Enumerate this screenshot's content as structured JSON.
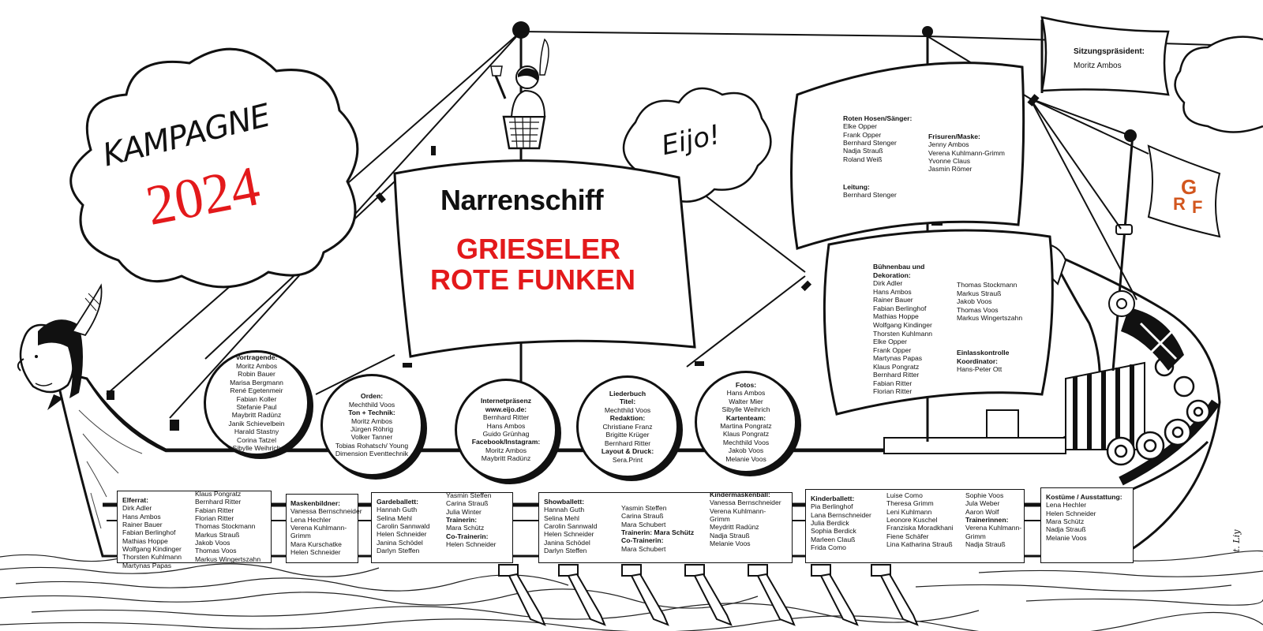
{
  "campaign": {
    "word": "KAMPAGNE",
    "year": "2024"
  },
  "eijo": "Eijo!",
  "main_sail": {
    "title": "Narrenschiff",
    "line1": "GRIESELER",
    "line2": "ROTE FUNKEN"
  },
  "pennant": {
    "heading": "Sitzungspräsident:",
    "name": "Moritz Ambos"
  },
  "flag": {
    "letters": [
      "G",
      "R",
      "F"
    ]
  },
  "colors": {
    "red": "#e3191b",
    "ink": "#111111",
    "flag_orange": "#d2561e"
  },
  "upper_sail": {
    "left": [
      "Roten Hosen/Sänger:",
      "Elke Opper",
      "Frank Opper",
      "Bernhard Stenger",
      "Nadja Strauß",
      "Roland Weiß"
    ],
    "left_lead": [
      "Leitung:",
      "Bernhard Stenger"
    ],
    "right": [
      "Frisuren/Maske:",
      "Jenny Ambos",
      "Verena Kuhlmann-Grimm",
      "Yvonne Claus",
      "Jasmin Römer"
    ]
  },
  "lower_sail": {
    "left": [
      "Bühnenbau und",
      "Dekoration:",
      "Dirk Adler",
      "Hans Ambos",
      "Rainer Bauer",
      "Fabian Berlinghof",
      "Mathias Hoppe",
      "Wolfgang Kindinger",
      "Thorsten Kuhlmann",
      "Elke Opper",
      "Frank Opper",
      "Martynas Papas",
      "Klaus Pongratz",
      "Bernhard Ritter",
      "Fabian Ritter",
      "Florian Ritter"
    ],
    "right": [
      "Thomas Stockmann",
      "Markus Strauß",
      "Jakob Voos",
      "Thomas Voos",
      "Markus Wingertszahn"
    ],
    "right2": [
      "Einlasskontrolle",
      "Koordinator:",
      "Hans-Peter Ott"
    ]
  },
  "circles": [
    {
      "lines": [
        "Vortragende:",
        "Moritz Ambos",
        "Robin Bauer",
        "Marisa Bergmann",
        "René Egetenmeir",
        "Fabian Koller",
        "Stefanie Paul",
        "Maybritt Radünz",
        "Janik Schievelbein",
        "Harald Stastny",
        "Corina Tatzel",
        "Sibylle Weihrich"
      ]
    },
    {
      "lines": [
        "Orden:",
        "Mechthild Voos",
        "Ton + Technik:",
        "Moritz Ambos",
        "Jürgen Röhrig",
        "Volker Tanner",
        "Tobias Rohatsch/ Young",
        "Dimension Eventtechnik"
      ]
    },
    {
      "lines": [
        "Internetpräsenz",
        "www.eijo.de:",
        "Bernhard Ritter",
        "Hans Ambos",
        "Guido Grünhag",
        "Facebook/Instagram:",
        "Moritz Ambos",
        "Maybritt Radünz"
      ]
    },
    {
      "lines": [
        "Liederbuch",
        "Titel:",
        "Mechthild Voos",
        "Redaktion:",
        "Christiane Franz",
        "Brigitte Krüger",
        "Bernhard Ritter",
        "Layout & Druck:",
        "Sera.Print"
      ]
    },
    {
      "lines": [
        "Fotos:",
        "Hans Ambos",
        "Walter Mier",
        "Sibylle Weihrich",
        "Kartenteam:",
        "Martina Pongratz",
        "Klaus Pongratz",
        "Mechthild Voos",
        "Jakob Voos",
        "Melanie Voos"
      ]
    }
  ],
  "hull": {
    "elferrat": {
      "col1": [
        "Elferrat:",
        "Dirk Adler",
        "Hans Ambos",
        "Rainer Bauer",
        "Fabian Berlinghof",
        "Mathias Hoppe",
        "Wolfgang Kindinger",
        "Thorsten Kuhlmann",
        "Martynas Papas"
      ],
      "col2": [
        "Klaus Pongratz",
        "Bernhard Ritter",
        "Fabian Ritter",
        "Florian Ritter",
        "Thomas Stockmann",
        "Markus Strauß",
        "Jakob Voos",
        "Thomas Voos",
        "Markus Wingertszahn"
      ]
    },
    "maskenbildner": [
      "Maskenbildner:",
      "Vanessa Bernschneider",
      "Lena Hechler",
      "Verena Kuhlmann-",
      "Grimm",
      "Mara Kurschatke",
      "Helen Schneider"
    ],
    "gardeballett": {
      "col1": [
        "Gardeballett:",
        "Hannah Guth",
        "Selina Mehl",
        "Carolin Sannwald",
        "Helen Schneider",
        "Janina Schödel",
        "Darlyn Steffen"
      ],
      "col2": [
        "Yasmin Steffen",
        "Carina Strauß",
        "Julia Winter",
        "Trainerin:",
        "Mara Schütz",
        "Co-Trainerin:",
        "Helen Schneider"
      ]
    },
    "showballett": {
      "col1": [
        "Showballett:",
        "Hannah Guth",
        "Selina Mehl",
        "Carolin Sannwald",
        "Helen Schneider",
        "Janina Schödel",
        "Darlyn Steffen"
      ],
      "col2": [
        "Yasmin Steffen",
        "Carina Strauß",
        "Mara Schubert",
        "Trainerin: Mara Schütz",
        "Co-Trainerin:",
        "Mara Schubert"
      ],
      "col3": [
        "Kindermaskenball:",
        "Vanessa Bernschneider",
        "Verena Kuhlmann-",
        "Grimm",
        "Meydritt Radünz",
        "Nadja Strauß",
        "Melanie Voos"
      ]
    },
    "kinderballett": {
      "col1": [
        "Kinderballett:",
        "Pia Berlinghof",
        "Lana Bernschneider",
        "Julia Berdick",
        "Sophia Berdick",
        "Marleen Clauß",
        "Frida Como"
      ],
      "col2": [
        "Luise Como",
        "Theresa Grimm",
        "Leni Kuhlmann",
        "Leonore Kuschel",
        "Franziska Moradkhani",
        "Fiene Schäfer",
        "Lina Katharina Strauß"
      ],
      "col3": [
        "Sophie Voos",
        "Jula Weber",
        "Aaron Wolf",
        "Trainerinnen:",
        "Verena Kuhlmann-",
        "Grimm",
        "Nadja Strauß"
      ]
    },
    "kostueme": [
      "Kostüme / Ausstattung:",
      "Lena Hechler",
      "Helen Schneider",
      "Mara Schütz",
      "Nadja Strauß",
      "Melanie Voos"
    ]
  },
  "bold_labels": [
    "Elferrat:",
    "Maskenbildner:",
    "Gardeballett:",
    "Trainerin:",
    "Co-Trainerin:",
    "Showballett:",
    "Trainerin: Mara Schütz",
    "Kindermaskenball:",
    "Kinderballett:",
    "Trainerinnen:",
    "Kostüme / Ausstattung:",
    "Vortragende:",
    "Orden:",
    "Ton + Technik:",
    "Internetpräsenz",
    "www.eijo.de:",
    "Facebook/Instagram:",
    "Liederbuch",
    "Titel:",
    "Redaktion:",
    "Layout & Druck:",
    "Fotos:",
    "Kartenteam:",
    "Roten Hosen/Sänger:",
    "Leitung:",
    "Frisuren/Maske:",
    "Bühnenbau und",
    "Dekoration:",
    "Einlasskontrolle",
    "Koordinator:",
    "Sitzungspräsident:"
  ],
  "signature": "t. Liy"
}
